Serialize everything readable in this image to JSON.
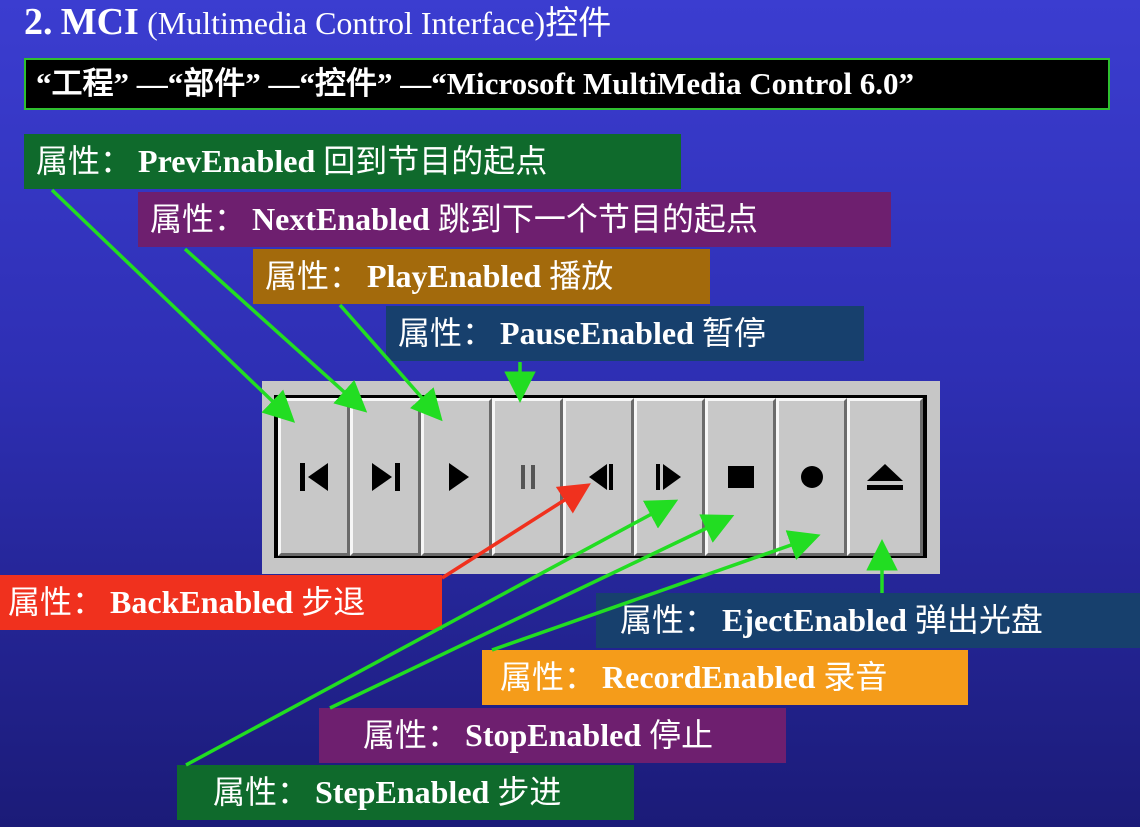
{
  "title": {
    "number": "2.",
    "main": "MCI",
    "paren": "(Multimedia  Control  Interface)",
    "suffix": "控件"
  },
  "path_bar": "“工程” —“部件” —“控件” —“Microsoft MultiMedia Control 6.0”",
  "prefix": "属性",
  "colon": "：",
  "labels": {
    "prev": {
      "prop": "PrevEnabled",
      "desc": "回到节目的起点",
      "color": "#0f6a2c"
    },
    "next": {
      "prop": "NextEnabled",
      "desc": "跳到下一个节目的起点",
      "color": "#6e1f6f"
    },
    "play": {
      "prop": "PlayEnabled",
      "desc": "播放",
      "color": "#a36a0c"
    },
    "pause": {
      "prop": "PauseEnabled",
      "desc": "暂停",
      "color": "#17406d"
    },
    "back": {
      "prop": "BackEnabled",
      "desc": "步退",
      "color": "#f0311e"
    },
    "eject": {
      "prop": "EjectEnabled",
      "desc": "弹出光盘",
      "color": "#17406d"
    },
    "record": {
      "prop": "RecordEnabled",
      "desc": "录音",
      "color": "#f59c1a"
    },
    "stop": {
      "prop": "StopEnabled",
      "desc": "停止",
      "color": "#6e1f6f"
    },
    "step": {
      "prop": "StepEnabled",
      "desc": "步进",
      "color": "#0f6a2c"
    }
  },
  "buttons": [
    "prev-icon",
    "next-icon",
    "play-icon",
    "pause-icon",
    "back-icon",
    "step-icon",
    "stop-icon",
    "record-icon",
    "eject-icon"
  ],
  "arrow_colors": {
    "green": "#22dd22",
    "red": "#f0311e"
  }
}
